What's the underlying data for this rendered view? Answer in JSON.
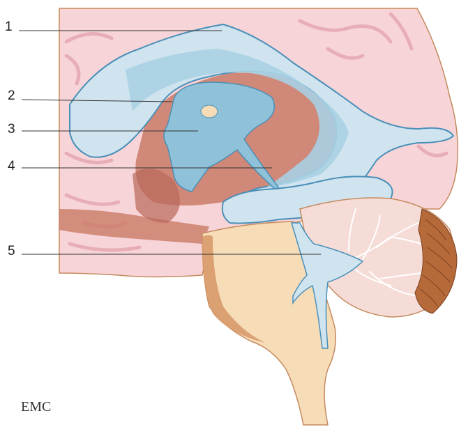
{
  "labels": [
    {
      "id": "1",
      "text": "1"
    },
    {
      "id": "2",
      "text": "2"
    },
    {
      "id": "3",
      "text": "3"
    },
    {
      "id": "4",
      "text": "4"
    },
    {
      "id": "5",
      "text": "5"
    }
  ],
  "watermark": "EMC",
  "colors": {
    "brain_pink": "#f7d4d8",
    "brain_outline": "#c58a5e",
    "ventricle_light": "#cfe4ef",
    "ventricle_mid": "#8fc2d8",
    "ventricle_outline": "#4a8fb8",
    "deep_tissue": "#c97a67",
    "brainstem": "#f6ddb8",
    "brainstem_side": "#d89a6a",
    "cerebellum": "#f5dcd6",
    "cerebellum_folia": "#a25a2e",
    "sulcus": "#e8aeb8"
  }
}
